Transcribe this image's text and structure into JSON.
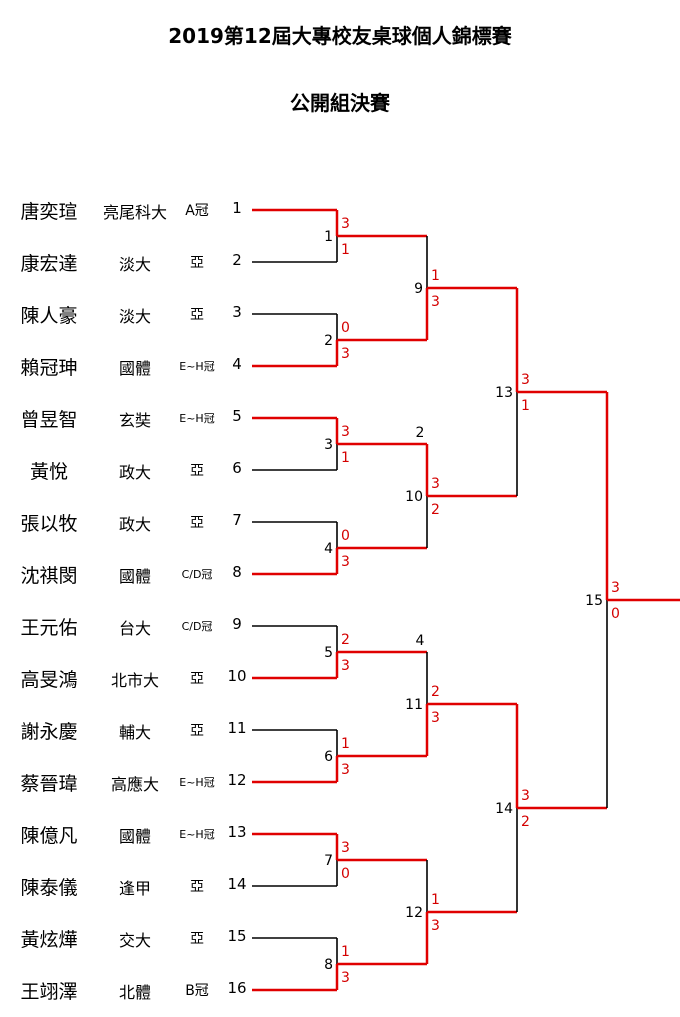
{
  "title": "2019第12屆大專校友桌球個人錦標賽",
  "subtitle": "公開組決賽",
  "players": [
    {
      "name": "唐奕瑄",
      "school": "亮尾科大",
      "award": "A冠",
      "seed": "1"
    },
    {
      "name": "康宏達",
      "school": "淡大",
      "award": "亞",
      "seed": "2"
    },
    {
      "name": "陳人豪",
      "school": "淡大",
      "award": "亞",
      "seed": "3"
    },
    {
      "name": "賴冠珅",
      "school": "國體",
      "award": "E~H冠",
      "seed": "4"
    },
    {
      "name": "曾昱智",
      "school": "玄奘",
      "award": "E~H冠",
      "seed": "5"
    },
    {
      "name": "黃悅",
      "school": "政大",
      "award": "亞",
      "seed": "6"
    },
    {
      "name": "張以牧",
      "school": "政大",
      "award": "亞",
      "seed": "7"
    },
    {
      "name": "沈祺閔",
      "school": "國體",
      "award": "C/D冠",
      "seed": "8"
    },
    {
      "name": "王元佑",
      "school": "台大",
      "award": "C/D冠",
      "seed": "9"
    },
    {
      "name": "高旻鴻",
      "school": "北市大",
      "award": "亞",
      "seed": "10"
    },
    {
      "name": "謝永慶",
      "school": "輔大",
      "award": "亞",
      "seed": "11"
    },
    {
      "name": "蔡晉瑋",
      "school": "高應大",
      "award": "E~H冠",
      "seed": "12"
    },
    {
      "name": "陳億凡",
      "school": "國體",
      "award": "E~H冠",
      "seed": "13"
    },
    {
      "name": "陳泰儀",
      "school": "逢甲",
      "award": "亞",
      "seed": "14"
    },
    {
      "name": "黃炫燁",
      "school": "交大",
      "award": "亞",
      "seed": "15"
    },
    {
      "name": "王翊澤",
      "school": "北體",
      "award": "B冠",
      "seed": "16"
    }
  ],
  "matches": [
    {
      "number": "1",
      "scores": [
        "3",
        "1"
      ],
      "winner": 0
    },
    {
      "number": "2",
      "scores": [
        "0",
        "3"
      ],
      "winner": 1
    },
    {
      "number": "3",
      "scores": [
        "3",
        "1"
      ],
      "winner": 0
    },
    {
      "number": "4",
      "scores": [
        "0",
        "3"
      ],
      "winner": 1
    },
    {
      "number": "5",
      "scores": [
        "2",
        "3"
      ],
      "winner": 1
    },
    {
      "number": "6",
      "scores": [
        "1",
        "3"
      ],
      "winner": 1
    },
    {
      "number": "7",
      "scores": [
        "3",
        "0"
      ],
      "winner": 0
    },
    {
      "number": "8",
      "scores": [
        "1",
        "3"
      ],
      "winner": 1
    },
    {
      "number": "9",
      "scores": [
        "1",
        "3"
      ],
      "winner": 1
    },
    {
      "number": "10",
      "scores": [
        "3",
        "2"
      ],
      "winner": 0
    },
    {
      "number": "11",
      "scores": [
        "2",
        "3"
      ],
      "winner": 1
    },
    {
      "number": "12",
      "scores": [
        "1",
        "3"
      ],
      "winner": 1
    },
    {
      "number": "13",
      "scores": [
        "3",
        "1"
      ],
      "winner": 0
    },
    {
      "number": "14",
      "scores": [
        "3",
        "2"
      ],
      "winner": 0
    },
    {
      "number": "15",
      "scores": [
        "3",
        "0"
      ],
      "winner": 0
    }
  ],
  "winner_labels": [
    "2",
    "4"
  ],
  "colors": {
    "winner_line": "#e00000",
    "loser_line": "#000000",
    "score_text": "#d40000"
  }
}
